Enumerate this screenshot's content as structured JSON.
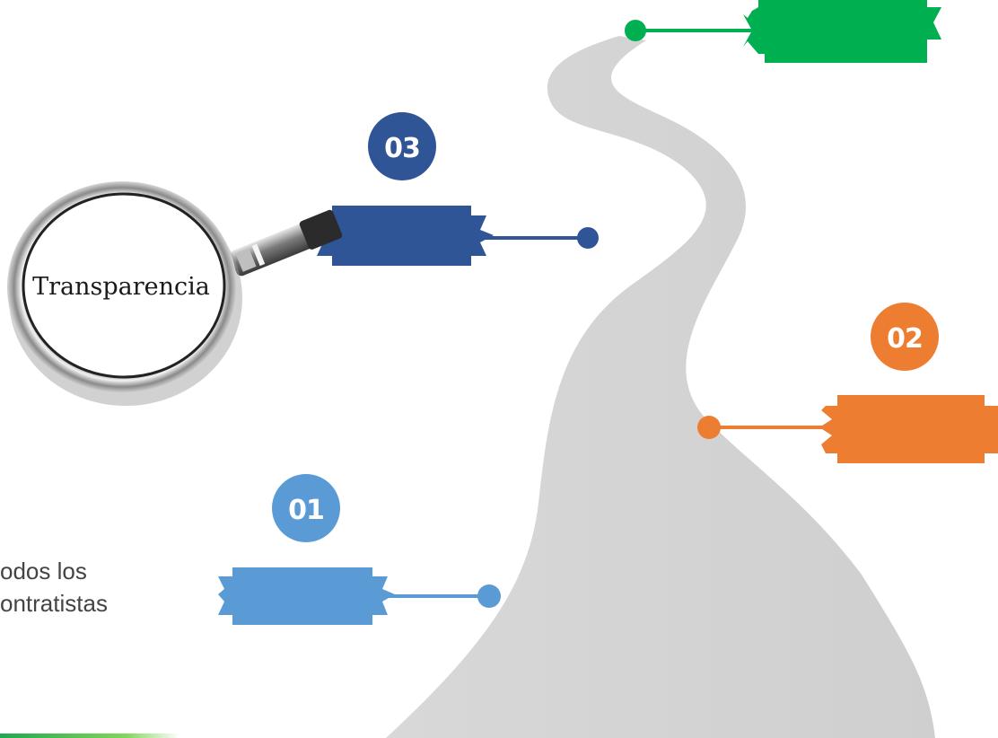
{
  "roadmap": {
    "steps": [
      {
        "number": "01",
        "color": "#5b9bd5"
      },
      {
        "number": "02",
        "color": "#ed7d31"
      },
      {
        "number": "03",
        "color": "#2f5597"
      },
      {
        "number": "",
        "color": "#00b050"
      }
    ],
    "road_color": "#d4d4d4"
  },
  "magnifier": {
    "label": "Transparencia",
    "icon": "magnifying-glass-icon"
  },
  "side_text": {
    "line1": "odos los",
    "line2": "ontratistas"
  }
}
